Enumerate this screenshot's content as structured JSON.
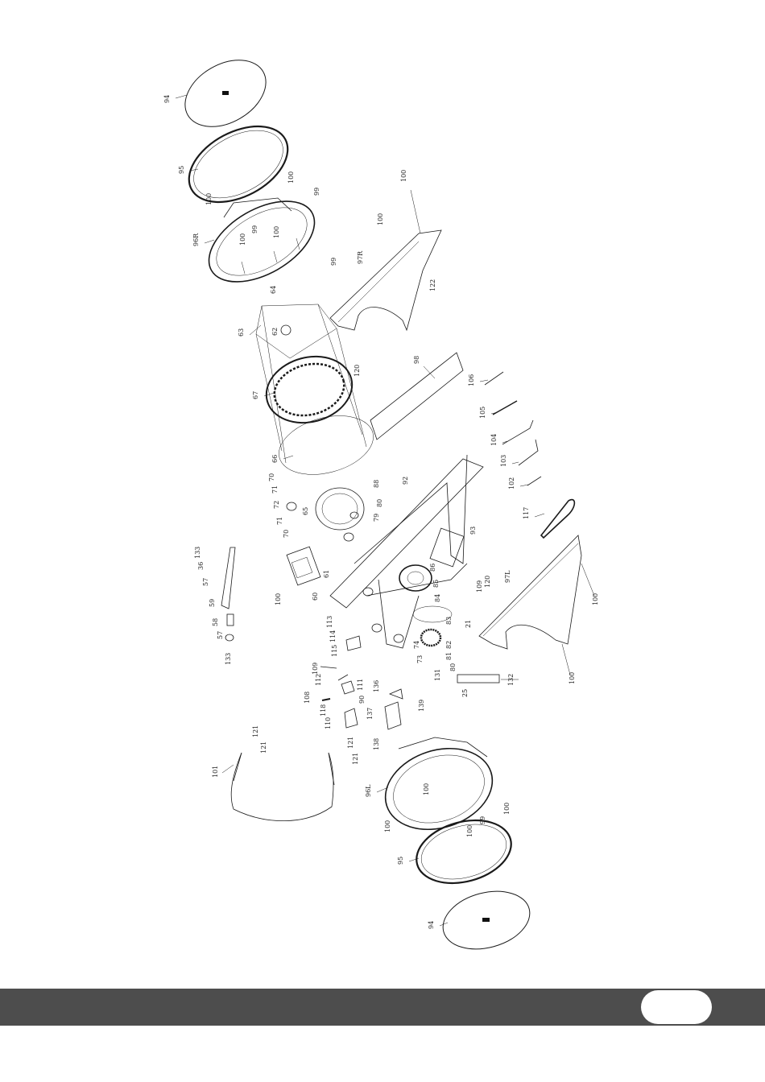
{
  "labels": {
    "l94a": "94",
    "l95a": "95",
    "l96r": "96R",
    "l99a": "99",
    "l100a": "100",
    "l99b": "99",
    "l100b": "100",
    "l100c": "100",
    "l100d": "100",
    "l63": "63",
    "l67": "67",
    "l66": "66",
    "l64": "64",
    "l62": "62",
    "l65": "65",
    "l70a": "70",
    "l71a": "71",
    "l72": "72",
    "l71b": "71",
    "l70b": "70",
    "l60": "60",
    "l61": "61",
    "l100e": "100",
    "l100f": "100",
    "l97r": "97R",
    "l99c": "99",
    "l122": "122",
    "l120a": "120",
    "l98": "98",
    "l100g": "100",
    "l106": "106",
    "l105": "105",
    "l104": "104",
    "l103": "103",
    "l102": "102",
    "l117": "117",
    "l93": "93",
    "l92": "92",
    "l88": "88",
    "l80a": "80",
    "l79a": "79",
    "l86": "86",
    "l85": "85",
    "l84": "84",
    "l109": "109",
    "l120b": "120",
    "l97l": "97L",
    "l100h": "100",
    "l100i": "100",
    "l133a": "133",
    "l36a": "36",
    "l57a": "57",
    "l58": "58",
    "l59": "59",
    "l57b": "57",
    "l133b": "133",
    "l113": "113",
    "l114": "114",
    "l115": "115",
    "l74": "74",
    "l73": "73",
    "l83": "83",
    "l82": "82",
    "l81": "81",
    "l80b": "80",
    "l21": "21",
    "l132": "132",
    "l131": "131",
    "l25": "25",
    "l109b": "109",
    "l112": "112",
    "l111": "111",
    "l90": "90",
    "l108": "108",
    "l118": "118",
    "l110": "110",
    "l136": "136",
    "l139": "139",
    "l137": "137",
    "l138": "138",
    "l121a": "121",
    "l121b": "121",
    "l121c": "121",
    "l121d": "121",
    "l101": "101",
    "l96l": "96L",
    "l100j": "100",
    "l99d": "99",
    "l100k": "100",
    "l100l": "100",
    "l95b": "95",
    "l94b": "94"
  },
  "footer": {
    "page_number": ""
  },
  "colors": {
    "footer_bar": "#4d4d4d",
    "line": "#1a1a1a"
  }
}
